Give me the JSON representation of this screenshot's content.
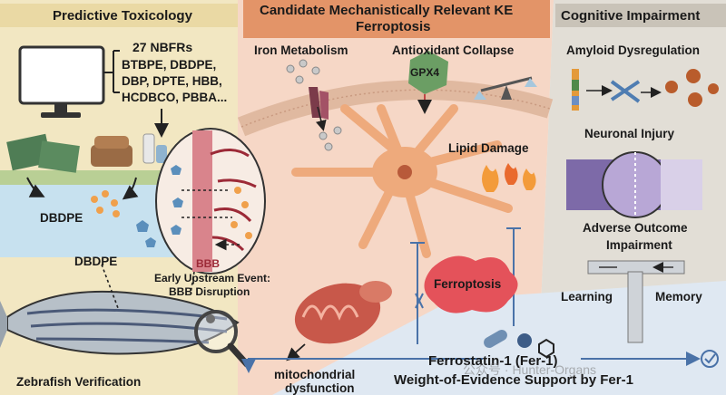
{
  "panels": {
    "left_title": "Predictive Toxicology",
    "middle_title_line1": "Candidate Mechanistically Relevant KE",
    "middle_title_line2": "Ferroptosis",
    "right_title": "Cognitive Impairment"
  },
  "left": {
    "nbfrs_count": "27 NBFRs",
    "nbfrs_list": [
      "BTBPE, DBDPE,",
      "DBP, DPTE, HBB,",
      "HCDBCO, PBBA..."
    ],
    "dbdpe_water": "DBDPE",
    "bbb": "BBB",
    "dbdpe_fish": "DBDPE",
    "early_event_line1": "Early Upstream Event:",
    "early_event_line2": "BBB Disruption",
    "zebrafish": "Zebrafish Verification"
  },
  "middle": {
    "iron": "Iron Metabolism",
    "antioxidant": "Antioxidant Collapse",
    "gpx4": "GPX4",
    "lipid": "Lipid Damage",
    "ferroptosis": "Ferroptosis",
    "mito_line1": "mitochondrial",
    "mito_line2": "dysfunction",
    "fer1": "Ferrostatin-1 (Fer-1)",
    "weight": "Weight-of-Evidence Support by Fer-1",
    "watermark": "公众号 · Hunter-Organs"
  },
  "right": {
    "amyloid": "Amyloid Dysregulation",
    "neuronal": "Neuronal Injury",
    "adverse_line1": "Adverse Outcome",
    "adverse_line2": "Impairment",
    "learning": "Learning",
    "memory": "Memory"
  },
  "colors": {
    "left_bg": "#f2e7c2",
    "middle_bg": "#f6d7c6",
    "right_bg": "#e2ded6",
    "bottom_bg": "#dfe8f2",
    "header_orange": "#e39468",
    "neuron": "#eeaa7c",
    "accent_blue": "#4a72a8",
    "ferroptosis_red": "#e4525a"
  }
}
